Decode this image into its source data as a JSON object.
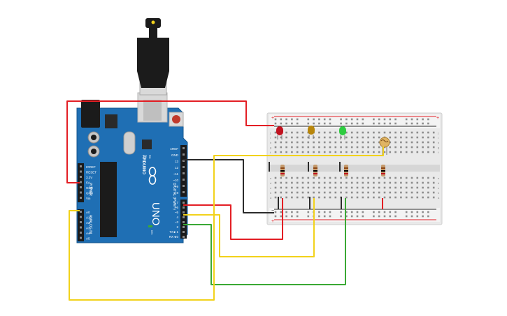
{
  "canvas": {
    "background": "#ffffff"
  },
  "colors": {
    "wire_red": "#e31e24",
    "wire_black": "#2b2b2b",
    "wire_yellow": "#f2d21b",
    "wire_green": "#3aa935",
    "board_blue": "#1f6fb4",
    "breadboard": "#eaeaea",
    "led_red": "#c1121f",
    "led_yellow": "#b8860b",
    "led_green": "#2ecc40"
  },
  "arduino": {
    "brand": "ARDUINO",
    "model": "UNO",
    "power_header_title": "POWER",
    "analog_header_title": "ANALOG IN",
    "digital_header_title": "DIGITAL (PWM~)",
    "power_pins": [
      "IOREF",
      "RESET",
      "3.3V",
      "5V",
      "GND",
      "GND",
      "Vin"
    ],
    "analog_pins": [
      "A0",
      "A1",
      "A2",
      "A3",
      "A4",
      "A5"
    ],
    "digital_pins_top": [
      "AREF",
      "GND",
      "13",
      "12",
      "~11",
      "~10",
      "~9",
      "8"
    ],
    "digital_pins_bottom": [
      "7",
      "~6",
      "~5",
      "4",
      "~3",
      "2",
      "TX►1",
      "RX◄0"
    ],
    "chip_labels": [
      "TX",
      "RX"
    ],
    "led_labels": [
      "L",
      "ON"
    ]
  },
  "breadboard": {
    "rail_plus": "+",
    "rail_minus": "−",
    "row_letters_top": [
      "j",
      "i",
      "h",
      "g",
      "f"
    ],
    "row_letters_bottom": [
      "e",
      "d",
      "c",
      "b",
      "a"
    ],
    "column_count": 30
  },
  "components": {
    "leds": [
      "red-led",
      "yellow-led",
      "green-led"
    ],
    "resistors": 4,
    "sensor": "photoresistor"
  },
  "icons": {
    "usb": "usb-plug-icon",
    "reset": "reset-button-icon",
    "arduino_logo": "infinity-logo-icon"
  }
}
